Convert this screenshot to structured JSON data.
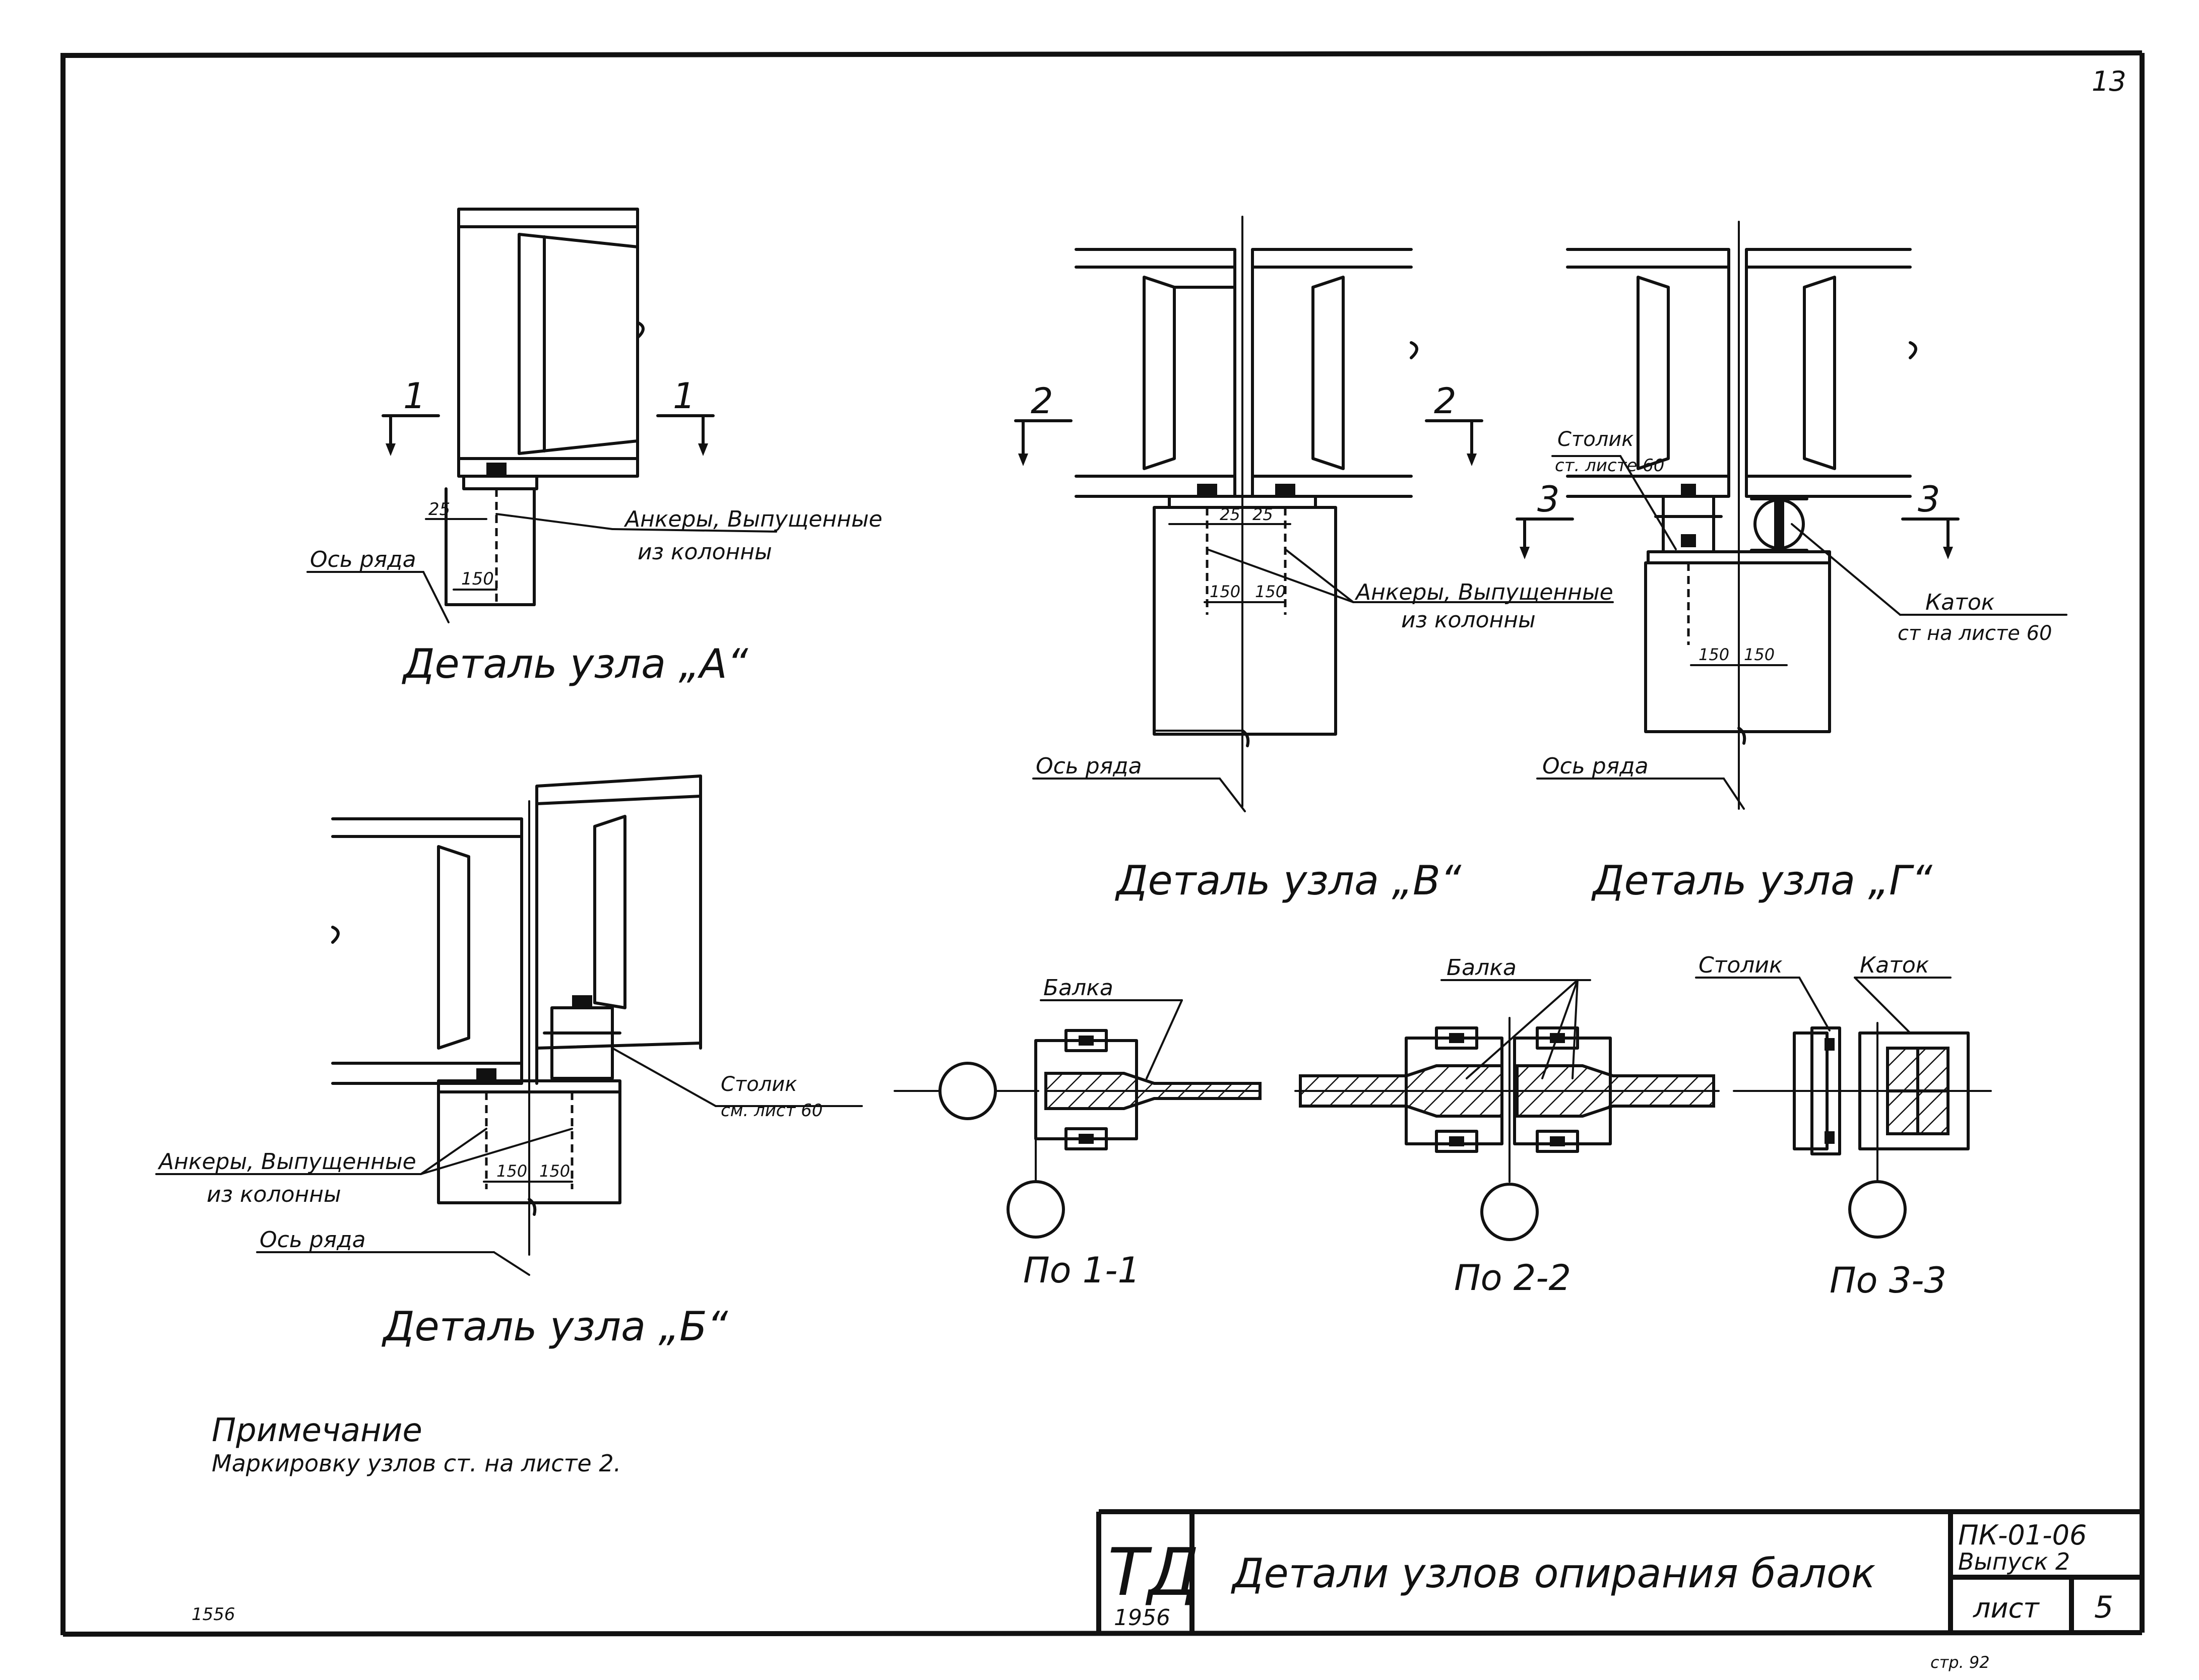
{
  "sheet_number": "13",
  "node_a": {
    "title": "Деталь узла „А“",
    "section_left": "1",
    "section_right": "1",
    "dim_25": "25",
    "dim_150": "150",
    "label_anchors_1": "Анкеры, Выпущенные",
    "label_anchors_2": "из колонны",
    "label_axis": "Ось ряда"
  },
  "node_b": {
    "title": "Деталь узла „Б“",
    "dim_150a": "150",
    "dim_150b": "150",
    "label_anchors_1": "Анкеры, Выпущенные",
    "label_anchors_2": "из колонны",
    "label_table_1": "Столик",
    "label_table_2": "см. лист 60",
    "label_axis": "Ось ряда"
  },
  "node_v": {
    "title": "Деталь узла „В“",
    "section_left": "2",
    "section_right": "2",
    "dim_25a": "25",
    "dim_25b": "25",
    "dim_150a": "150",
    "dim_150b": "150",
    "label_anchors_1": "Анкеры, Выпущенные",
    "label_anchors_2": "из колонны",
    "label_axis": "Ось ряда"
  },
  "node_g": {
    "title": "Деталь узла „Г“",
    "section_left": "3",
    "section_right": "3",
    "dim_150a": "150",
    "dim_150b": "150",
    "label_table_1": "Столик",
    "label_table_2": "ст. листе 60",
    "label_roller_1": "Каток",
    "label_roller_2": "ст на листе 60",
    "label_axis": "Ось ряда"
  },
  "sections": {
    "s11": {
      "title": "По 1-1",
      "label_beam": "Балка"
    },
    "s22": {
      "title": "По 2-2",
      "label_beam": "Балка"
    },
    "s33": {
      "title": "По 3-3",
      "label_table": "Столик",
      "label_roller": "Каток"
    }
  },
  "note": {
    "heading": "Примечание",
    "text": "Маркировку узлов ст. на листе 2."
  },
  "stamp_code": "1556",
  "title_block": {
    "logo": "ТД",
    "year": "1956",
    "title": "Детали узлов опирания балок",
    "code": "ПК-01-06",
    "issue": "Выпуск 2",
    "sheet_label": "лист",
    "sheet_value": "5"
  },
  "footer_page": "стр. 92"
}
